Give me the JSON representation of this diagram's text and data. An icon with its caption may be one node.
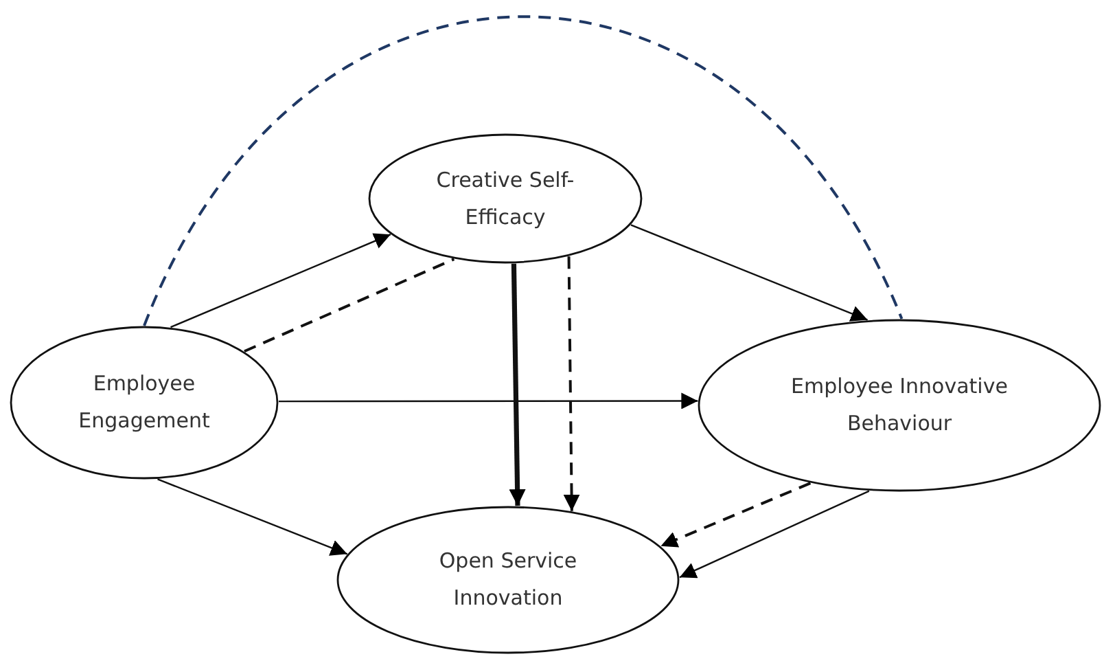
{
  "diagram": {
    "nodes": [
      {
        "text": [
          "Creative Self-Efficacy"
        ]
      },
      {
        "text": [
          "Employee Engagement"
        ]
      },
      {
        "text": [
          "Employee Innovative Behaviour"
        ]
      },
      {
        "text": [
          "Open Service Innovation"
        ]
      }
    ],
    "edges": [
      {
        "from": 1,
        "to": 0,
        "arrow": "to"
      },
      {
        "from": 1,
        "to": 0,
        "arrow": "none",
        "style": "dashed"
      },
      {
        "from": 0,
        "to": 2,
        "arrow": "to"
      },
      {
        "from": 1,
        "to": 2,
        "arrow": "to"
      },
      {
        "from": 0,
        "to": 3,
        "arrow": "to",
        "style": "thick"
      },
      {
        "from": 0,
        "to": 3,
        "arrow": "to",
        "style": "dashed"
      },
      {
        "from": 1,
        "to": 3,
        "arrow": "to"
      },
      {
        "from": 2,
        "to": 3,
        "arrow": "to",
        "style": "dashed"
      },
      {
        "from": 2,
        "to": 3,
        "arrow": "to"
      },
      {
        "from": 1,
        "to": 2,
        "arrow": "none",
        "style": "dashed",
        "color": "#1f3864"
      }
    ]
  }
}
